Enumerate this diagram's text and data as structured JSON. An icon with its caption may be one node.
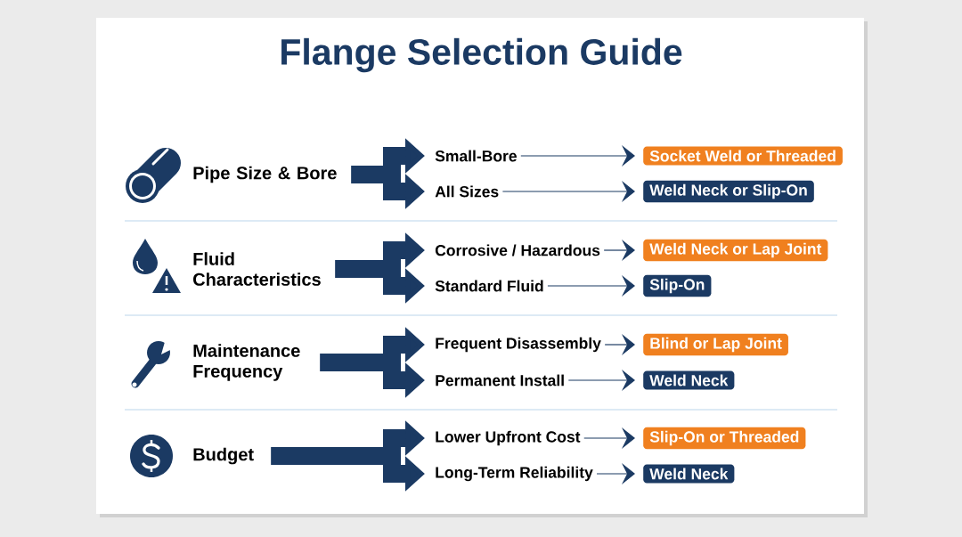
{
  "diagram": {
    "title": "Flange Selection Guide",
    "nodes": [
      {
        "text": [
          "Pipe Size & Bore"
        ]
      },
      {
        "text": [
          "Fluid Characteristics"
        ]
      },
      {
        "text": [
          "Maintenance Frequency"
        ]
      },
      {
        "text": [
          "Budget"
        ]
      },
      {
        "text": [
          "Small-Bore"
        ]
      },
      {
        "text": [
          "All Sizes"
        ]
      },
      {
        "text": [
          "Corrosive / Hazardous"
        ]
      },
      {
        "text": [
          "Standard Fluid"
        ]
      },
      {
        "text": [
          "Frequent Disassembly"
        ]
      },
      {
        "text": [
          "Permanent Install"
        ]
      },
      {
        "text": [
          "Lower Upfront Cost"
        ]
      },
      {
        "text": [
          "Long-Term Reliability"
        ]
      },
      {
        "text": [
          "Socket Weld or Threaded"
        ]
      },
      {
        "text": [
          "Weld Neck or Slip-On"
        ]
      },
      {
        "text": [
          "Weld Neck or Lap Joint"
        ]
      },
      {
        "text": [
          "Slip-On"
        ]
      },
      {
        "text": [
          "Blind or Lap Joint"
        ]
      },
      {
        "text": [
          "Weld Neck"
        ]
      },
      {
        "text": [
          "Slip-On or Threaded"
        ]
      },
      {
        "text": [
          "Weld Neck"
        ]
      }
    ],
    "edges": [
      {
        "from": 0,
        "to": 4,
        "arrow": "to",
        "style": "thick"
      },
      {
        "from": 0,
        "to": 5,
        "arrow": "to",
        "style": "thick"
      },
      {
        "from": 1,
        "to": 6,
        "arrow": "to",
        "style": "thick"
      },
      {
        "from": 1,
        "to": 7,
        "arrow": "to",
        "style": "thick"
      },
      {
        "from": 2,
        "to": 8,
        "arrow": "to",
        "style": "thick"
      },
      {
        "from": 2,
        "to": 9,
        "arrow": "to",
        "style": "thick"
      },
      {
        "from": 3,
        "to": 10,
        "arrow": "to",
        "style": "thick"
      },
      {
        "from": 3,
        "to": 11,
        "arrow": "to",
        "style": "thick"
      },
      {
        "from": 4,
        "to": 12,
        "arrow": "to"
      },
      {
        "from": 5,
        "to": 13,
        "arrow": "to"
      },
      {
        "from": 6,
        "to": 14,
        "arrow": "to"
      },
      {
        "from": 7,
        "to": 15,
        "arrow": "to"
      },
      {
        "from": 8,
        "to": 16,
        "arrow": "to"
      },
      {
        "from": 9,
        "to": 17,
        "arrow": "to"
      },
      {
        "from": 10,
        "to": 18,
        "arrow": "to"
      },
      {
        "from": 11,
        "to": 19,
        "arrow": "to"
      }
    ]
  }
}
